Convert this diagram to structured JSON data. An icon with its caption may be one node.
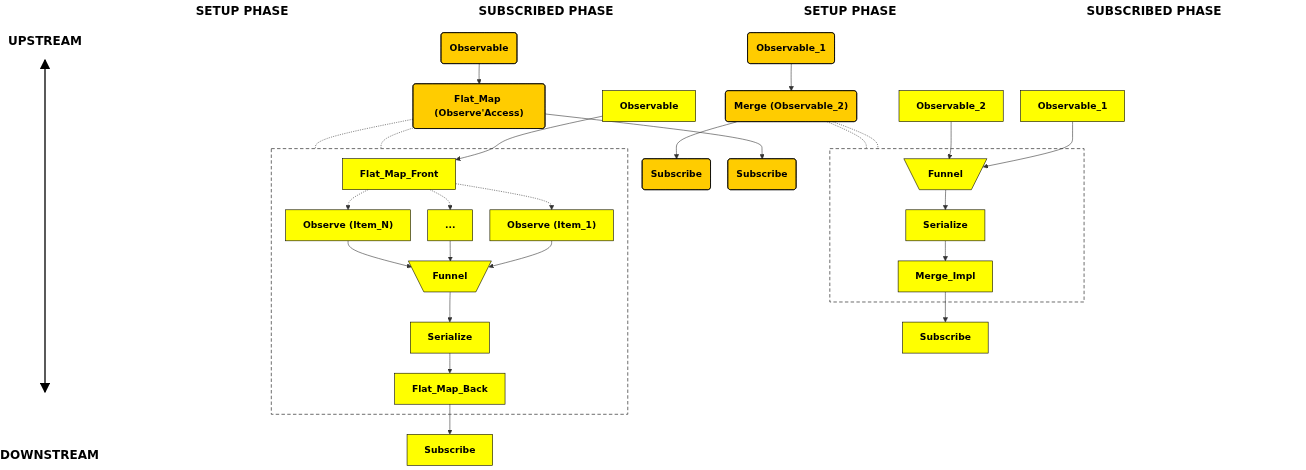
{
  "diagram": {
    "nodes": [
      {
        "text": [
          "Observable_1"
        ]
      },
      {
        "text": [
          "Merge (Observable_2)"
        ]
      },
      {
        "text": [
          "Subscribe"
        ]
      },
      {
        "text": [
          "Observable_1"
        ]
      },
      {
        "text": [
          "Observable_2"
        ]
      },
      {
        "text": [],
        "shape": "box"
      },
      {
        "text": [
          "Funnel"
        ],
        "in": 5
      },
      {
        "text": [
          "Serialize"
        ],
        "in": 5
      },
      {
        "text": [
          "Merge_Impl"
        ],
        "in": 5
      },
      {
        "text": [
          "Subscribe"
        ]
      },
      {
        "text": [
          "Observable"
        ]
      },
      {
        "text": [
          "Flat_Map (Observe'Access)"
        ]
      },
      {
        "text": [
          "Subscribe"
        ]
      },
      {
        "text": [
          "Observable"
        ]
      },
      {
        "text": [],
        "shape": "box"
      },
      {
        "text": [
          "Flat_Map_Front"
        ],
        "in": 14
      },
      {
        "text": [
          "Observe (Item_1)"
        ],
        "in": 14
      },
      {
        "text": [
          "..."
        ],
        "in": 14
      },
      {
        "text": [
          "Observe (Item_N)"
        ],
        "in": 14
      },
      {
        "text": [
          "Funnel"
        ],
        "in": 14
      },
      {
        "text": [
          "Serialize"
        ],
        "in": 14
      },
      {
        "text": [
          "Flat_Map_Back"
        ],
        "in": 14
      },
      {
        "text": [
          "Subscribe"
        ]
      }
    ],
    "edges": [
      {
        "from": 0,
        "to": 1,
        "arrow": "to"
      },
      {
        "from": 1,
        "to": 2,
        "arrow": "to"
      },
      {
        "from": 1,
        "to": 5,
        "arrow": "none",
        "style": "dashed"
      },
      {
        "from": 1,
        "to": 5,
        "arrow": "none",
        "style": "dashed"
      },
      {
        "from": 3,
        "to": 6,
        "arrow": "to"
      },
      {
        "from": 4,
        "to": 6,
        "arrow": "to"
      },
      {
        "from": 6,
        "to": 7,
        "arrow": "to"
      },
      {
        "from": 7,
        "to": 8,
        "arrow": "to"
      },
      {
        "from": 8,
        "to": 9,
        "arrow": "to"
      },
      {
        "from": 10,
        "to": 11,
        "arrow": "to"
      },
      {
        "from": 11,
        "to": 12,
        "arrow": "to"
      },
      {
        "from": 11,
        "to": 14,
        "arrow": "none",
        "style": "dashed"
      },
      {
        "from": 11,
        "to": 14,
        "arrow": "none",
        "style": "dashed"
      },
      {
        "from": 13,
        "to": 15,
        "arrow": "to"
      },
      {
        "from": 15,
        "to": 16,
        "arrow": "to",
        "style": "dashed"
      },
      {
        "from": 15,
        "to": 17,
        "arrow": "to",
        "style": "dashed"
      },
      {
        "from": 15,
        "to": 18,
        "arrow": "to",
        "style": "dashed"
      },
      {
        "from": 16,
        "to": 19,
        "arrow": "to"
      },
      {
        "from": 17,
        "to": 19,
        "arrow": "to"
      },
      {
        "from": 18,
        "to": 19,
        "arrow": "to"
      },
      {
        "from": 19,
        "to": 20,
        "arrow": "to"
      },
      {
        "from": 20,
        "to": 21,
        "arrow": "to"
      },
      {
        "from": 21,
        "to": 22,
        "arrow": "to"
      }
    ],
    "labels": [
      "SETUP PHASE",
      "SUBSCRIBED PHASE",
      "SETUP PHASE",
      "SUBSCRIBED PHASE",
      "UPSTREAM",
      "DOWNSTREAM"
    ]
  }
}
